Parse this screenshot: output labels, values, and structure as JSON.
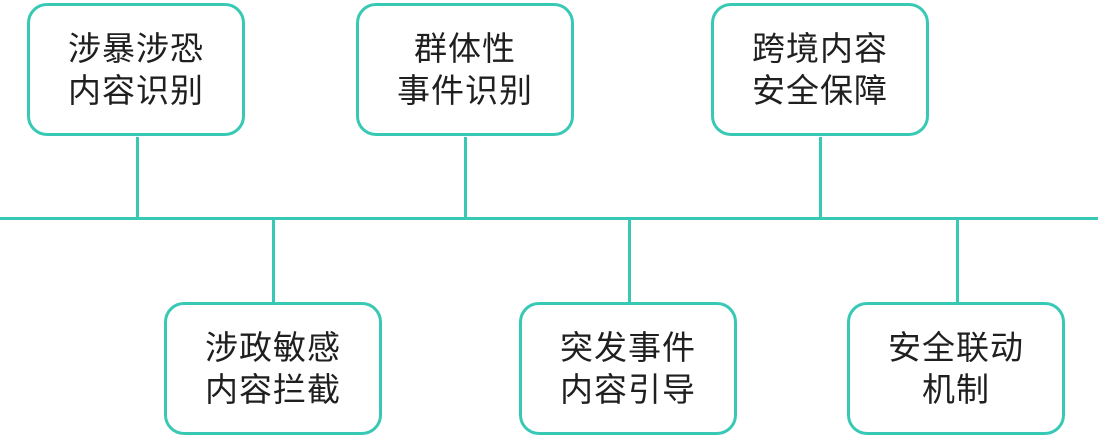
{
  "diagram": {
    "accent_color": "#38c9b5",
    "top_nodes": [
      {
        "line1": "涉暴涉恐",
        "line2": "内容识别"
      },
      {
        "line1": "群体性",
        "line2": "事件识别"
      },
      {
        "line1": "跨境内容",
        "line2": "安全保障"
      }
    ],
    "bottom_nodes": [
      {
        "line1": "涉政敏感",
        "line2": "内容拦截"
      },
      {
        "line1": "突发事件",
        "line2": "内容引导"
      },
      {
        "line1": "安全联动",
        "line2": "机制"
      }
    ]
  }
}
